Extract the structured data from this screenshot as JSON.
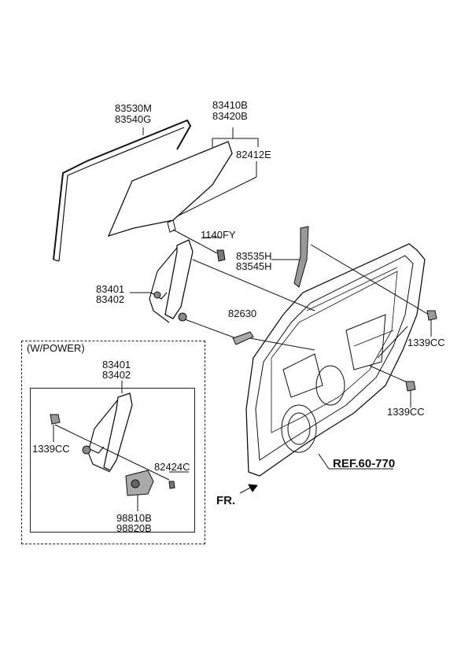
{
  "labels": {
    "p83530": "83530M",
    "p83540": "83540G",
    "p83410": "83410B",
    "p83420": "83420B",
    "p82412": "82412E",
    "p1140": "1140FY",
    "p83535": "83535H",
    "p83545": "83545H",
    "p83401a": "83401",
    "p83402a": "83402",
    "p82630": "82630",
    "p1339a": "1339CC",
    "p1339b": "1339CC",
    "wpower": "(W/POWER)",
    "p83401b": "83401",
    "p83402b": "83402",
    "p1339c": "1339CC",
    "p82424": "82424C",
    "p98810": "98810B",
    "p98820": "98820B",
    "ref": "REF.60-770",
    "fr": "FR."
  }
}
